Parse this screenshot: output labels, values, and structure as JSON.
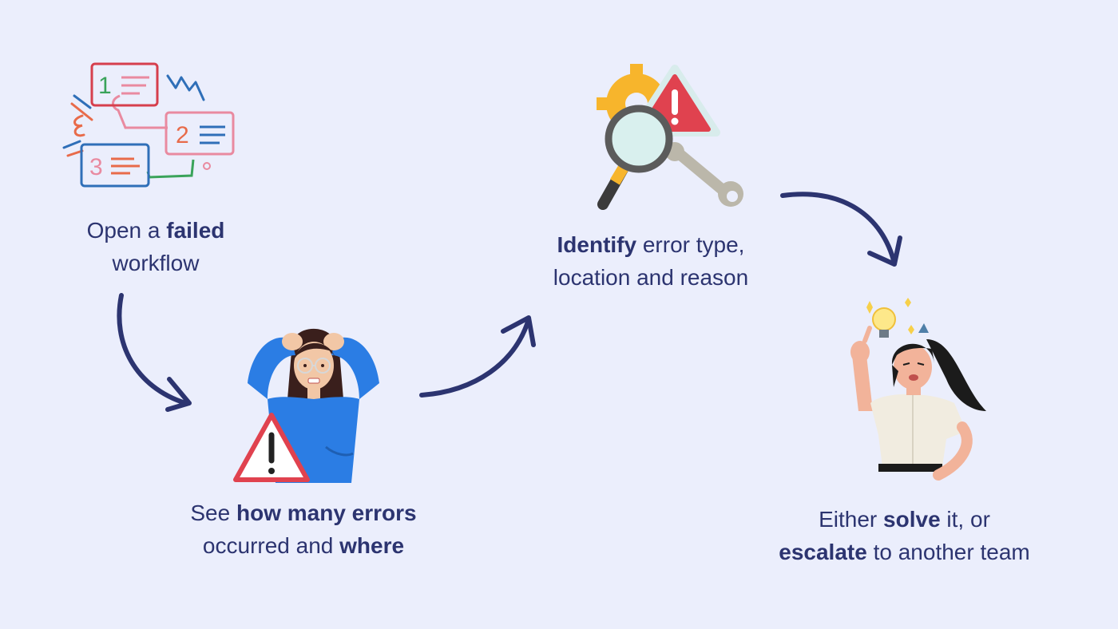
{
  "colors": {
    "background": "#ebeefc",
    "text": "#2c3470",
    "arrow": "#2c3470",
    "warning_red": "#e0424f",
    "sweater_blue": "#2b7de4",
    "gear_yellow": "#f7b52c"
  },
  "steps": [
    {
      "icon": "workflow-sketch",
      "card_numbers": [
        "1",
        "2",
        "3"
      ],
      "caption": {
        "line1_pre": "Open a ",
        "line1_bold": "failed",
        "line2": "workflow"
      }
    },
    {
      "icon": "stressed-person-warning",
      "caption": {
        "line1_pre": "See ",
        "line1_bold": "how many errors",
        "line2_pre": "occurred and ",
        "line2_bold": "where"
      }
    },
    {
      "icon": "magnifier-gear-wrench-warning",
      "caption": {
        "line1_bold": "Identify",
        "line1_post": " error type,",
        "line2": "location and reason"
      }
    },
    {
      "icon": "person-lightbulb-idea",
      "caption": {
        "line1_pre": "Either ",
        "line1_bold": "solve",
        "line1_post": " it, or",
        "line2_bold": "escalate",
        "line2_post": " to another team"
      }
    }
  ]
}
